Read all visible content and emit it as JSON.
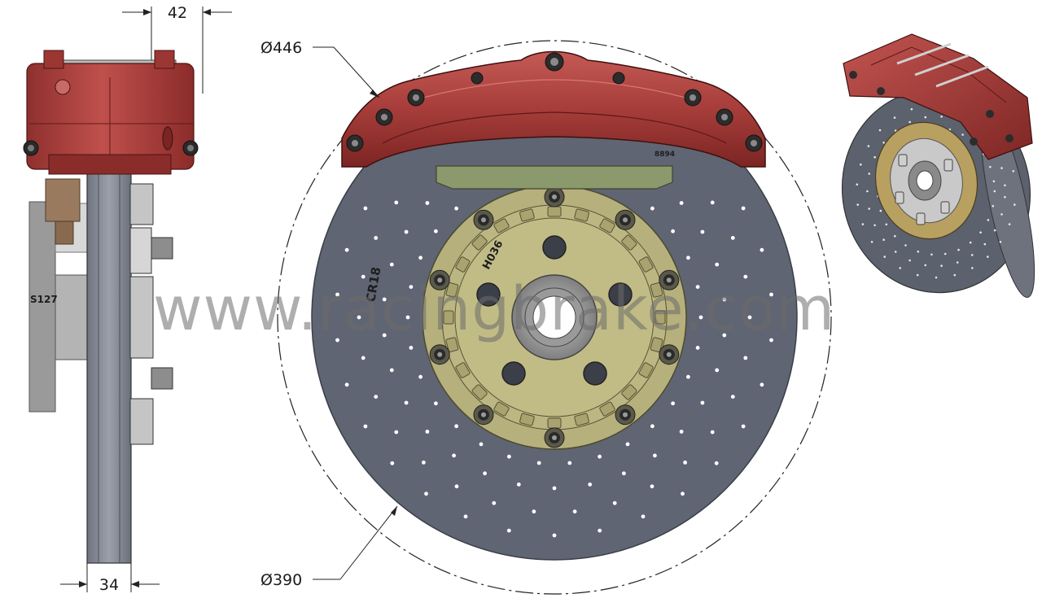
{
  "dimensions": {
    "caliper_offset": "42",
    "disc_thickness": "34",
    "outer_diameter": "Ø446",
    "disc_diameter": "Ø390"
  },
  "markings": {
    "disc_code": "CR18",
    "hat_code": "H036",
    "side_code": "S127",
    "caliper_code": "8894"
  },
  "watermark": "www.racingbrake.com",
  "colors": {
    "caliper_red": "#a8403e",
    "rotor_grey": "#5e6470",
    "hat_olive": "#b7b17c",
    "pad_green": "#8a9a6a"
  }
}
